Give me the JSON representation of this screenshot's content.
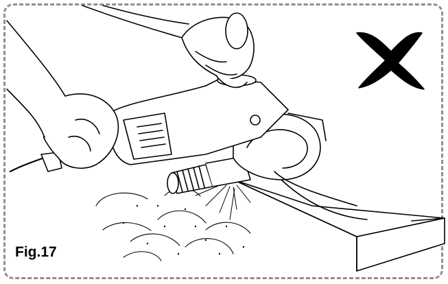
{
  "figure": {
    "label": "Fig.17"
  },
  "scene": {
    "icons": [
      "work-piece-board",
      "angle-grinder",
      "dust-hose",
      "gloved-hands",
      "wrong-x-mark"
    ],
    "colors": {
      "ink": "#000000",
      "frame": "#8f8f8f",
      "background": "#ffffff"
    }
  }
}
